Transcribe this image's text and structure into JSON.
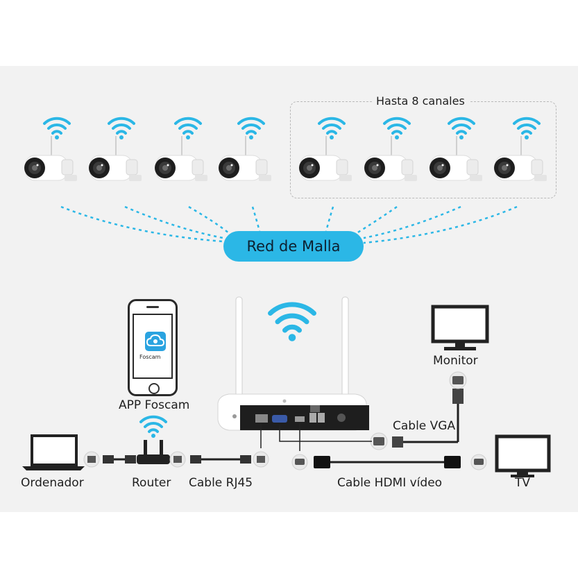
{
  "channels_label": "Hasta 8 canales",
  "mesh_label": "Red de Malla",
  "app": {
    "label": "APP Foscam",
    "icon_name": "Foscam"
  },
  "nodes": {
    "monitor": "Monitor",
    "computer": "Ordenador",
    "router": "Router",
    "tv": "TV"
  },
  "cables": {
    "vga": "Cable VGA",
    "rj45": "Cable RJ45",
    "hdmi": "Cable HDMI vídeo"
  },
  "icons": [
    "wifi-icon",
    "camera-icon",
    "phone-icon",
    "router-icon",
    "laptop-icon",
    "monitor-icon",
    "tv-icon",
    "nvr-icon",
    "vga-plug-icon",
    "hdmi-plug-icon",
    "rj45-plug-icon"
  ],
  "colors": {
    "accent": "#2bb7e6",
    "panel": "#f2f2f2",
    "device": "#2a2a2a"
  }
}
